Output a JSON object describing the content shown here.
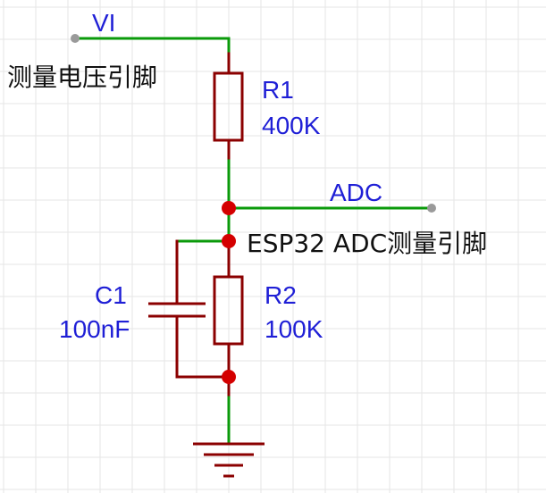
{
  "net_labels": {
    "input": "VI",
    "output": "ADC"
  },
  "annotations": {
    "input_pin_note": "测量电压引脚",
    "adc_pin_note": "ESP32 ADC测量引脚"
  },
  "components": {
    "r1": {
      "designator": "R1",
      "value": "400K"
    },
    "r2": {
      "designator": "R2",
      "value": "100K"
    },
    "c1": {
      "designator": "C1",
      "value": "100nF"
    }
  },
  "colors": {
    "wire": "#0a9a0a",
    "component": "#8b0000",
    "junction": "#d40000",
    "pin_end": "#9a9a9a",
    "designator_text": "#1f1fd6",
    "note_text": "#111111"
  }
}
